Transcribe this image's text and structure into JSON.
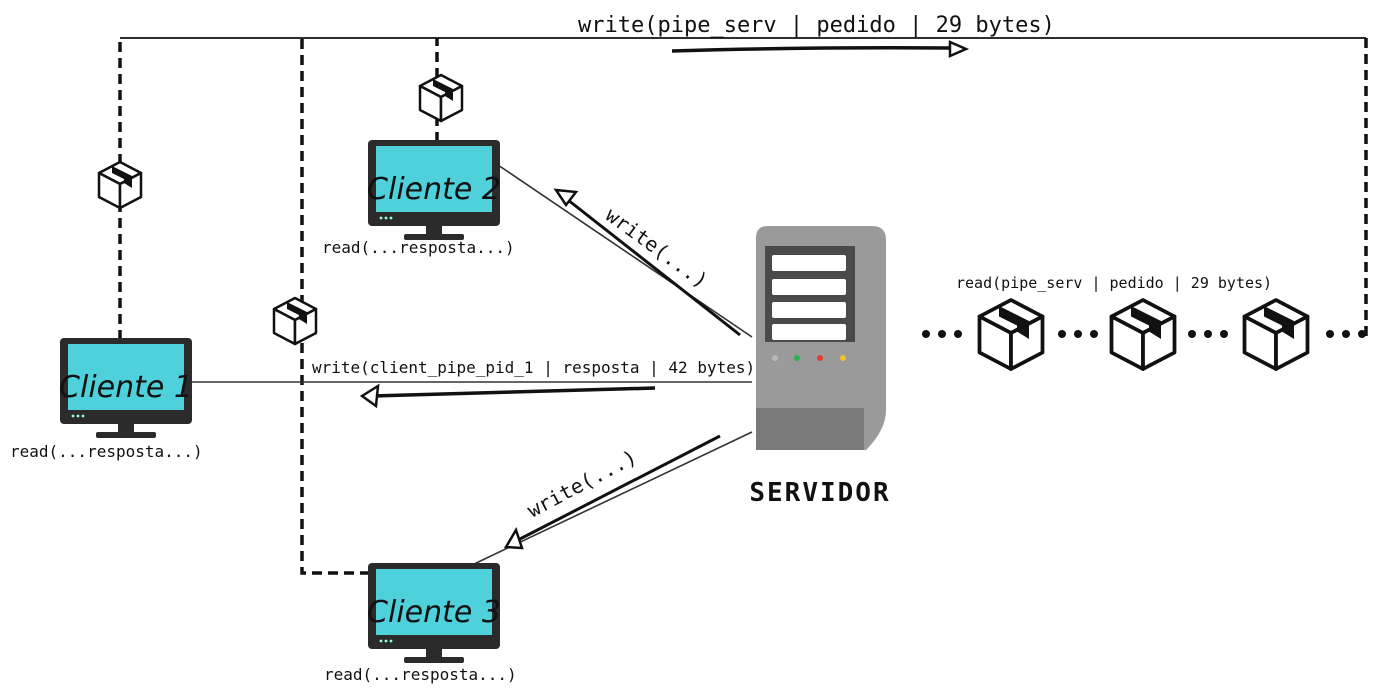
{
  "labels": {
    "top_write": "write(pipe_serv | pedido | 29 bytes)",
    "queue_read": "read(pipe_serv | pedido | 29 bytes)",
    "response_write": "write(client_pipe_pid_1 | resposta | 42 bytes)",
    "write_c2": "write(...)",
    "write_c3": "write(...)",
    "server": "SERVIDOR"
  },
  "clients": [
    {
      "name": "Cliente 1",
      "read": "read(...resposta...)"
    },
    {
      "name": "Cliente 2",
      "read": "read(...resposta...)"
    },
    {
      "name": "Cliente 3",
      "read": "read(...resposta...)"
    }
  ],
  "queue": {
    "packages": 3
  },
  "colors": {
    "screen": "#4fd1dc",
    "monitor": "#2b2b2b",
    "server_body": "#9a9a9a",
    "server_dark": "#6f6f6f",
    "led_colors": [
      "#9a9a9a",
      "#2bb24c",
      "#e53935",
      "#f2c12e"
    ]
  },
  "icons": [
    "package-icon",
    "monitor-icon",
    "server-icon"
  ]
}
